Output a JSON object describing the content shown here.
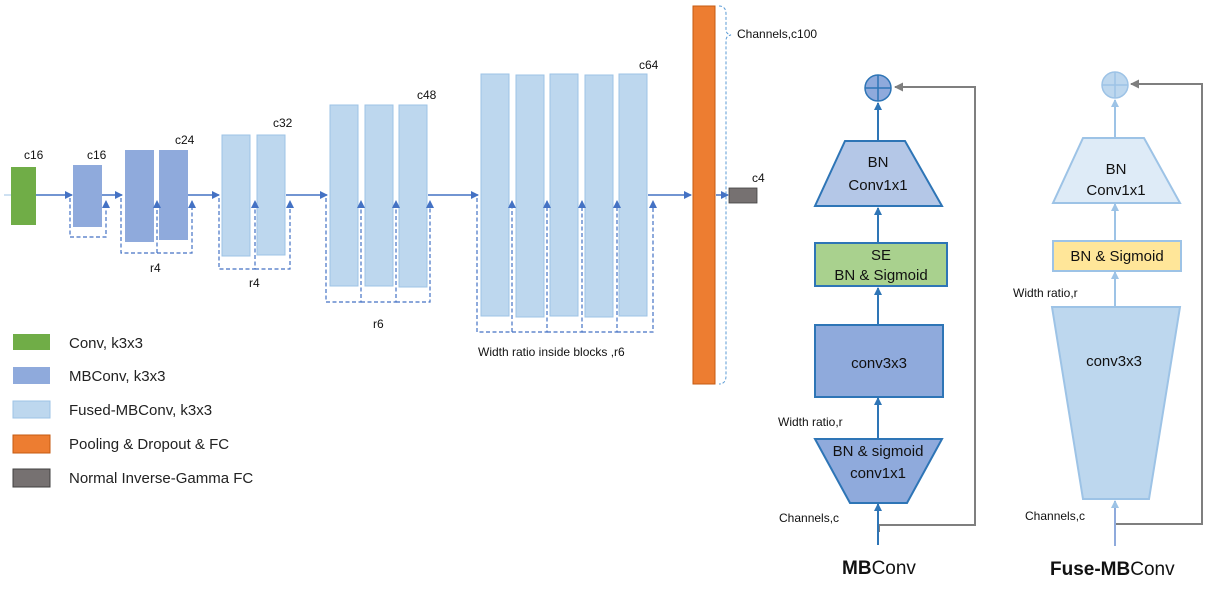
{
  "colors": {
    "conv": "#70AD47",
    "mbconv": "#8FAADC",
    "fused": "#BDD7EE",
    "pool": "#ED7D31",
    "nig": "#767171",
    "arrow": "#4472C4",
    "mb_stroke": "#2E75B6",
    "se_fill": "#A9D18E",
    "yellow_fill": "#FFE699",
    "fuse_light": "#DEEBF7",
    "skip": "#7F7F7F"
  },
  "backbone": {
    "stages": [
      {
        "type": "conv",
        "channel_label": "c16",
        "repeat_label": "",
        "blocks": 1
      },
      {
        "type": "mbconv",
        "channel_label": "c16",
        "repeat_label": "",
        "blocks": 1
      },
      {
        "type": "mbconv",
        "channel_label": "c24",
        "repeat_label": "r4",
        "blocks": 2
      },
      {
        "type": "fused",
        "channel_label": "c32",
        "repeat_label": "r4",
        "blocks": 2
      },
      {
        "type": "fused",
        "channel_label": "c48",
        "repeat_label": "r6",
        "blocks": 3
      },
      {
        "type": "fused",
        "channel_label": "c64",
        "repeat_label": "Width ratio inside blocks ,r6",
        "blocks": 5
      }
    ],
    "pool_label": "Channels,c100",
    "output_label": "c4"
  },
  "legend": [
    {
      "key": "conv",
      "label": "Conv, k3x3"
    },
    {
      "key": "mbconv",
      "label": "MBConv, k3x3"
    },
    {
      "key": "fused",
      "label": "Fused-MBConv, k3x3"
    },
    {
      "key": "pool",
      "label": "Pooling & Dropout & FC"
    },
    {
      "key": "nig",
      "label": "Normal Inverse-Gamma  FC"
    }
  ],
  "mbconv_block": {
    "title_bold": "MB",
    "title_rest": "Conv",
    "top_line1": "BN",
    "top_line2": "Conv1x1",
    "se_line1": "SE",
    "se_line2": "BN  & Sigmoid",
    "middle": "conv3x3",
    "bottom_line1": "BN & sigmoid",
    "bottom_line2": "conv1x1",
    "width_label": "Width ratio,r",
    "channels_label": "Channels,c"
  },
  "fused_block": {
    "title_bold": "Fuse-MB",
    "title_rest": "Conv",
    "top_line1": "BN",
    "top_line2": "Conv1x1",
    "mid": "BN  & Sigmoid",
    "conv": "conv3x3",
    "width_label": "Width ratio,r",
    "channels_label": "Channels,c"
  }
}
